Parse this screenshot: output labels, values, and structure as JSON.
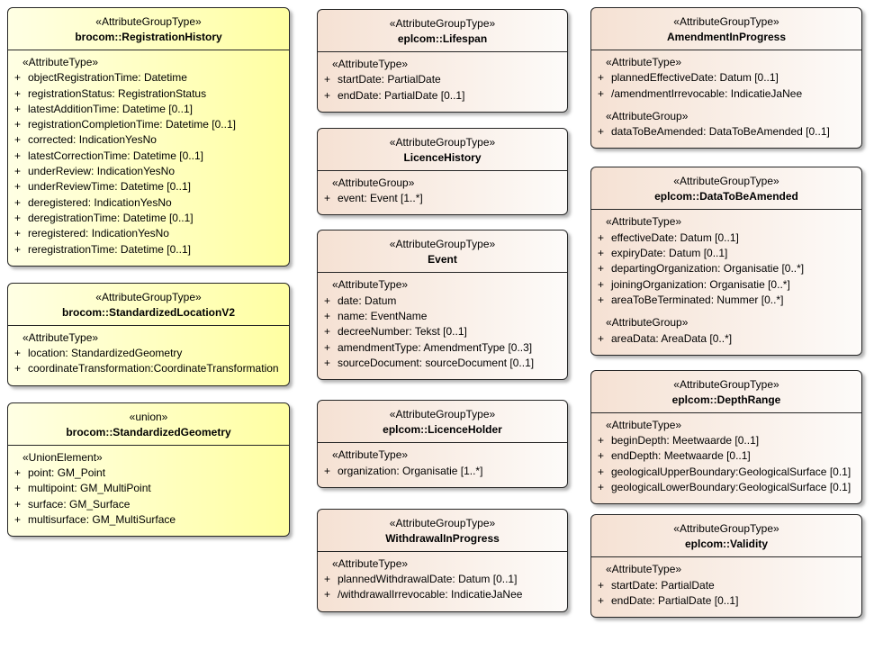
{
  "colors": {
    "yellow_fill_start": "#FFFFE4",
    "yellow_fill_end": "#FFFFA2",
    "cream_fill_start": "#F5E1D3",
    "cream_fill_end": "#FDFBF9",
    "border": "#262626",
    "shadow_gray": "#969696",
    "text": "#000000"
  },
  "diagram": {
    "visibility_prefix": "+",
    "columns": [
      {
        "boxes": [
          {
            "stereotype": "«AttributeGroupType»",
            "name": "brocom::RegistrationHistory",
            "fill": "yellow",
            "sections": [
              {
                "header": "«AttributeType»",
                "items": [
                  "objectRegistrationTime: Datetime",
                  "registrationStatus: RegistrationStatus",
                  "latestAdditionTime: Datetime [0..1]",
                  "registrationCompletionTime: Datetime [0..1]",
                  "corrected: IndicationYesNo",
                  "latestCorrectionTime: Datetime [0..1]",
                  "underReview: IndicationYesNo",
                  "underReviewTime: Datetime [0..1]",
                  "deregistered: IndicationYesNo",
                  "deregistrationTime: Datetime [0..1]",
                  "reregistered: IndicationYesNo",
                  "reregistrationTime: Datetime [0..1]"
                ]
              }
            ]
          },
          {
            "stereotype": "«AttributeGroupType»",
            "name": "brocom::StandardizedLocationV2",
            "fill": "yellow",
            "sections": [
              {
                "header": "«AttributeType»",
                "items": [
                  "location: StandardizedGeometry",
                  "coordinateTransformation:CoordinateTransformation"
                ]
              }
            ]
          },
          {
            "stereotype": "«union»",
            "name": "brocom::StandardizedGeometry",
            "fill": "yellow",
            "sections": [
              {
                "header": "«UnionElement»",
                "items": [
                  "point: GM_Point",
                  "multipoint: GM_MultiPoint",
                  "surface: GM_Surface",
                  "multisurface: GM_MultiSurface"
                ]
              }
            ]
          }
        ]
      },
      {
        "boxes": [
          {
            "stereotype": "«AttributeGroupType»",
            "name": "eplcom::Lifespan",
            "fill": "cream",
            "sections": [
              {
                "header": "«AttributeType»",
                "items": [
                  "startDate: PartialDate",
                  "endDate: PartialDate [0..1]"
                ]
              }
            ]
          },
          {
            "stereotype": "«AttributeGroupType»",
            "name": "LicenceHistory",
            "fill": "cream",
            "sections": [
              {
                "header": "«AttributeGroup»",
                "items": [
                  "event: Event [1..*]"
                ]
              }
            ]
          },
          {
            "stereotype": "«AttributeGroupType»",
            "name": "Event",
            "fill": "cream",
            "sections": [
              {
                "header": "«AttributeType»",
                "items": [
                  "date: Datum",
                  "name: EventName",
                  "decreeNumber: Tekst [0..1]",
                  "amendmentType: AmendmentType [0..3]",
                  "sourceDocument: sourceDocument [0..1]"
                ]
              }
            ]
          },
          {
            "stereotype": "«AttributeGroupType»",
            "name": "eplcom::LicenceHolder",
            "fill": "cream",
            "sections": [
              {
                "header": "«AttributeType»",
                "items": [
                  "organization: Organisatie [1..*]"
                ]
              }
            ]
          },
          {
            "stereotype": "«AttributeGroupType»",
            "name": "WithdrawalInProgress",
            "fill": "cream",
            "sections": [
              {
                "header": "«AttributeType»",
                "items": [
                  "plannedWithdrawalDate: Datum [0..1]",
                  "/withdrawalIrrevocable: IndicatieJaNee"
                ]
              }
            ]
          }
        ]
      },
      {
        "boxes": [
          {
            "stereotype": "«AttributeGroupType»",
            "name": "AmendmentInProgress",
            "fill": "cream",
            "sections": [
              {
                "header": "«AttributeType»",
                "items": [
                  "plannedEffectiveDate: Datum [0..1]",
                  "/amendmentIrrevocable: IndicatieJaNee"
                ]
              },
              {
                "header": "«AttributeGroup»",
                "items": [
                  "dataToBeAmended: DataToBeAmended [0..1]"
                ]
              }
            ]
          },
          {
            "stereotype": "«AttributeGroupType»",
            "name": "eplcom::DataToBeAmended",
            "fill": "cream",
            "sections": [
              {
                "header": "«AttributeType»",
                "items": [
                  "effectiveDate: Datum [0..1]",
                  "expiryDate: Datum [0..1]",
                  "departingOrganization: Organisatie [0..*]",
                  "joiningOrganization: Organisatie [0..*]",
                  "areaToBeTerminated: Nummer [0..*]"
                ]
              },
              {
                "header": "«AttributeGroup»",
                "items": [
                  "areaData: AreaData [0..*]"
                ]
              }
            ]
          },
          {
            "stereotype": "«AttributeGroupType»",
            "name": "eplcom::DepthRange",
            "fill": "cream",
            "sections": [
              {
                "header": "«AttributeType»",
                "items": [
                  "beginDepth: Meetwaarde [0..1]",
                  "endDepth: Meetwaarde [0..1]",
                  "geologicalUpperBoundary:GeologicalSurface [0.1]",
                  "geologicalLowerBoundary:GeologicalSurface [0.1]"
                ]
              }
            ]
          },
          {
            "stereotype": "«AttributeGroupType»",
            "name": "eplcom::Validity",
            "fill": "cream",
            "sections": [
              {
                "header": "«AttributeType»",
                "items": [
                  "startDate: PartialDate",
                  "endDate: PartialDate [0..1]"
                ]
              }
            ]
          }
        ]
      }
    ]
  }
}
